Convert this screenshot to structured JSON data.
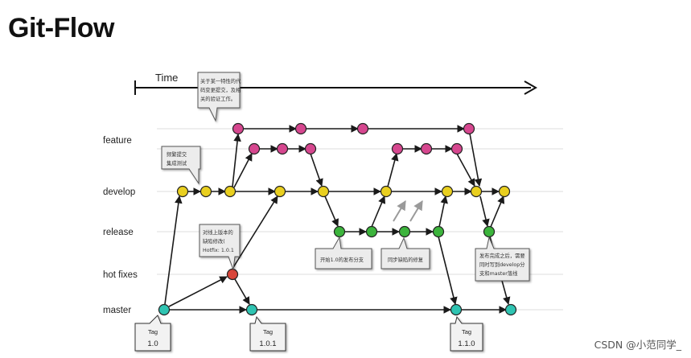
{
  "title": "Git-Flow",
  "time_label": "Time",
  "lanes": [
    "feature",
    "develop",
    "release",
    "hot fixes",
    "master"
  ],
  "notes": [
    [
      "关于某一特性的代",
      "码变更提交，及相",
      "关的验证工作。"
    ],
    [
      "频繁提交",
      "集成测试"
    ],
    [
      "对线上版本的",
      "缺陷修改(",
      "Hotfix: 1.0.1"
    ],
    [
      "开始1.0的发布分支"
    ],
    [
      "同步缺陷的修复"
    ],
    [
      "发布完成之后，需要",
      "同时写到develop分",
      "支和master落线"
    ]
  ],
  "tags": [
    {
      "top": "Tag",
      "bottom": "1.0"
    },
    {
      "top": "Tag",
      "bottom": "1.0.1"
    },
    {
      "top": "Tag",
      "bottom": "1.1.0"
    }
  ],
  "watermark": "CSDN @小范同学_",
  "colors": {
    "feature": "#d6478f",
    "develop": "#e9cf1f",
    "release": "#3cb43c",
    "hotfix": "#d9463b",
    "master": "#2fc4b2"
  }
}
